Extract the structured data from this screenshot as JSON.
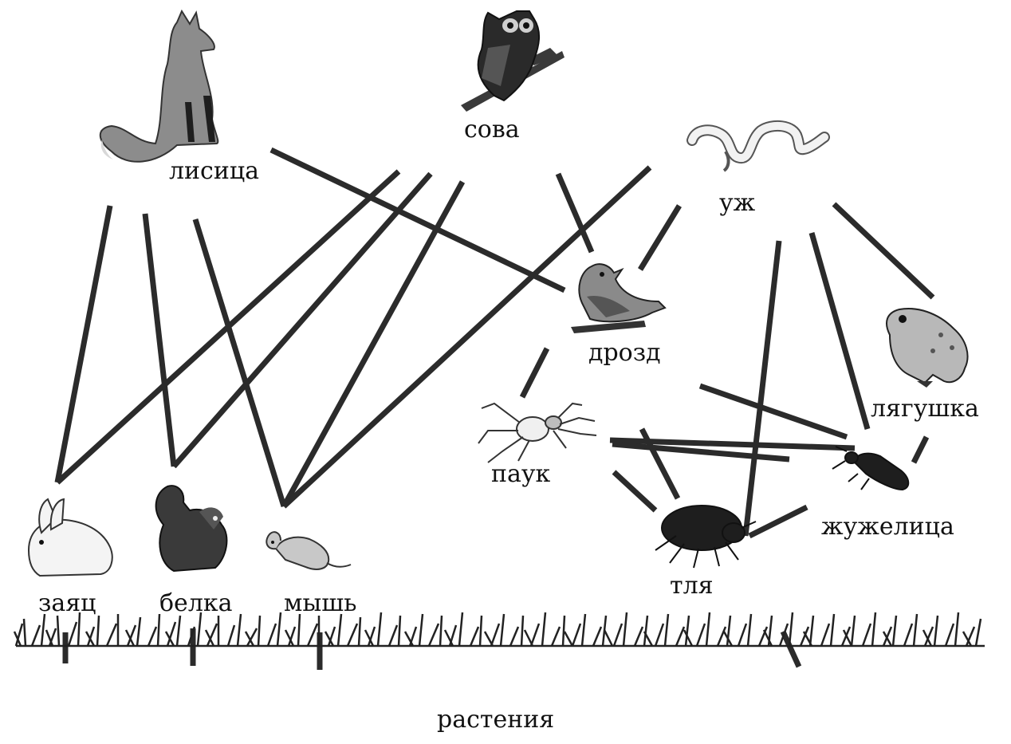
{
  "organisms": {
    "fox": "лисица",
    "owl": "сова",
    "snake": "уж",
    "thrush": "дрозд",
    "frog": "лягушка",
    "spider": "паук",
    "ground_beetle": "жужелица",
    "aphid": "тля",
    "hare": "заяц",
    "squirrel": "белка",
    "mouse": "мышь",
    "plants": "растения"
  },
  "colors": {
    "link": "#2b2b2b",
    "fur_gray": "#8c8c8c",
    "dark": "#1e1e1e"
  }
}
